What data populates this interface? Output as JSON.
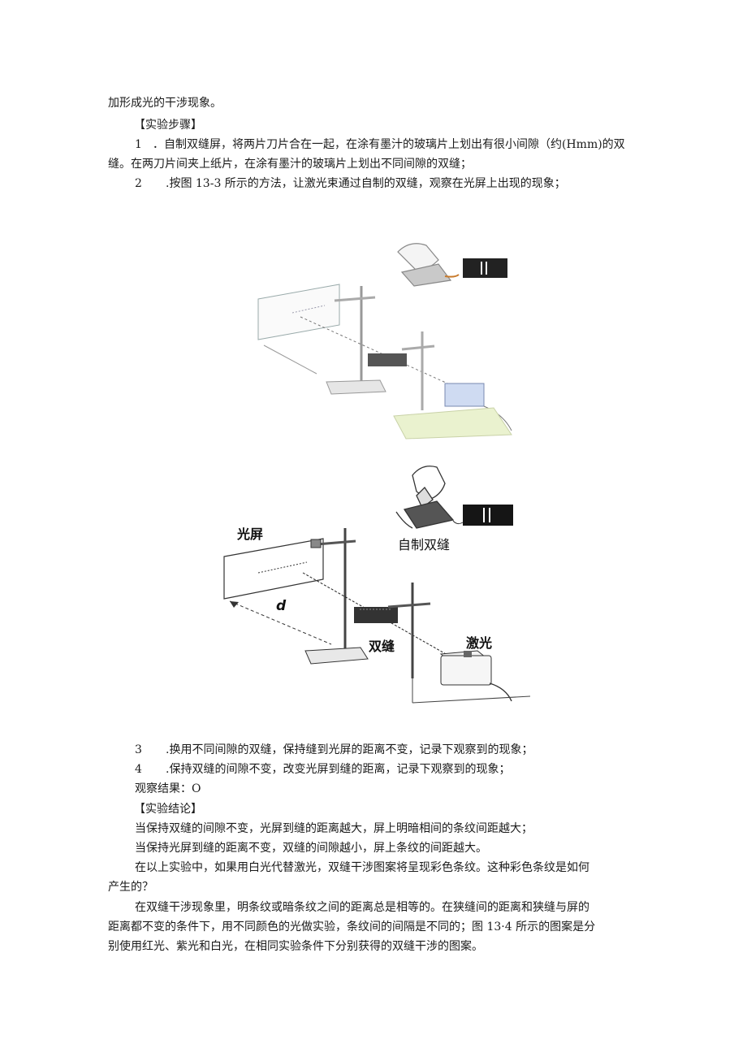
{
  "top_text": "加形成光的干涉现象。",
  "steps_heading": "【实验步骤】",
  "step1": {
    "num": "1",
    "line1": "．自制双缝屏，将两片刀片合在一起，在涂有墨汁的玻璃片上划出有很小间隙（约(Hmm)的双",
    "line2": "缝。在两刀片间夹上纸片，在涂有墨汁的玻璃片上划出不同间隙的双缝；"
  },
  "step2": {
    "num": "2",
    "text": ".按图 13-3 所示的方法，让激光束通过自制的双缝，观察在光屏上出现的现象；"
  },
  "figure_labels": {
    "screen": "光屏",
    "distance": "d",
    "homemade_slit": "自制双缝",
    "double_slit": "双缝",
    "laser": "激光"
  },
  "step3": {
    "num": "3",
    "text": ".换用不同间隙的双缝，保持缝到光屏的距离不变，记录下观察到的现象；"
  },
  "step4": {
    "num": "4",
    "text": ".保持双缝的间隙不变，改变光屏到缝的距离，记录下观察到的现象；"
  },
  "observation": "观察结果：O",
  "conclusion_heading": "【实验结论】",
  "conclusion1": "当保持双缝的间隙不变，光屏到缝的距离越大，屏上明暗相间的条纹间距越大；",
  "conclusion2": "当保持光屏到缝的距离不变，双缝的间隙越小，屏上条纹的间距越大。",
  "para1": {
    "line1": "在以上实验中，如果用白光代替激光，双缝干涉图案将呈现彩色条纹。这种彩色条纹是如何",
    "line2": "产生的？"
  },
  "para2": {
    "line1": "在双缝干涉现象里，明条纹或暗条纹之间的距离总是相等的。在狭缝间的距离和狭缝与屏的",
    "line2": "距离都不变的条件下，用不同颜色的光做实验，条纹间的间隔是不同的；图 13·4 所示的图案是分",
    "line3": "别使用红光、紫光和白光，在相同实验条件下分别获得的双缝干涉的图案。"
  }
}
